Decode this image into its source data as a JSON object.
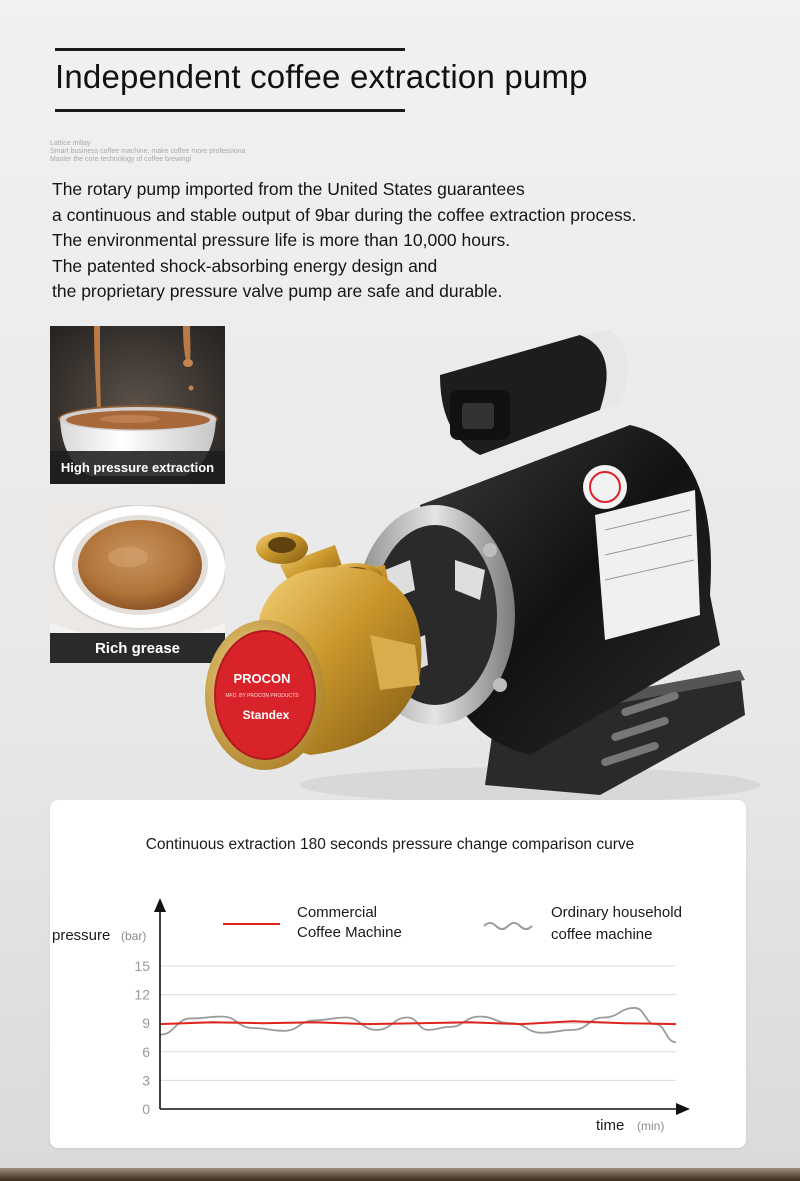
{
  "page": {
    "title": "Independent coffee extraction pump",
    "tiny_lines": [
      "Lattice millay",
      "Smart business coffee machine, make coffee more professiona",
      "Master the core technology of coffee brewingl"
    ],
    "intro_lines": [
      "The rotary pump imported from the United States guarantees",
      "a continuous and stable output of 9bar during the coffee extraction process.",
      "The environmental pressure life is more than 10,000 hours.",
      "The patented shock-absorbing energy design and",
      "the proprietary pressure valve pump are safe and durable."
    ],
    "features": [
      {
        "label": "High pressure extraction"
      },
      {
        "label": "Rich grease"
      }
    ],
    "pump_label": {
      "brand": "PROCON",
      "sub": "MFD. BY PROCON PRODUCTS",
      "maker": "Standex"
    },
    "colors": {
      "commercial": "#e0231c",
      "household": "#9a9a9a",
      "procon_red": "#d9232b",
      "brass": "#c9962b"
    }
  },
  "chart_data": {
    "type": "line",
    "title": "Continuous extraction 180 seconds pressure change comparison curve",
    "ylabel": "pressure",
    "ylabel_unit": "(bar)",
    "xlabel": "time",
    "xlabel_unit": "(min)",
    "yticks": [
      15,
      12,
      9,
      6,
      3,
      0
    ],
    "ylim": [
      0,
      15
    ],
    "xlim": [
      0,
      100
    ],
    "grid": true,
    "legend_position": "top",
    "series": [
      {
        "name": "Commercial Coffee Machine",
        "name_lines": [
          "Commercial",
          "Coffee Machine"
        ],
        "style": "straight",
        "x": [
          0,
          10,
          20,
          30,
          40,
          50,
          60,
          70,
          80,
          90,
          100
        ],
        "y": [
          8.9,
          9.1,
          9.0,
          9.1,
          8.9,
          9.0,
          9.1,
          8.9,
          9.2,
          9.0,
          8.9
        ]
      },
      {
        "name": "Ordinary household coffee machine",
        "name_lines": [
          "Ordinary household",
          "coffee machine"
        ],
        "style": "wavy",
        "x": [
          0,
          6,
          12,
          18,
          24,
          30,
          36,
          42,
          48,
          52,
          56,
          62,
          68,
          74,
          80,
          86,
          92,
          96,
          100
        ],
        "y": [
          7.8,
          9.5,
          9.7,
          8.5,
          8.2,
          9.3,
          9.6,
          8.3,
          9.6,
          8.3,
          8.6,
          9.7,
          9.0,
          8.0,
          8.3,
          9.6,
          10.6,
          8.9,
          7.0
        ]
      }
    ]
  }
}
